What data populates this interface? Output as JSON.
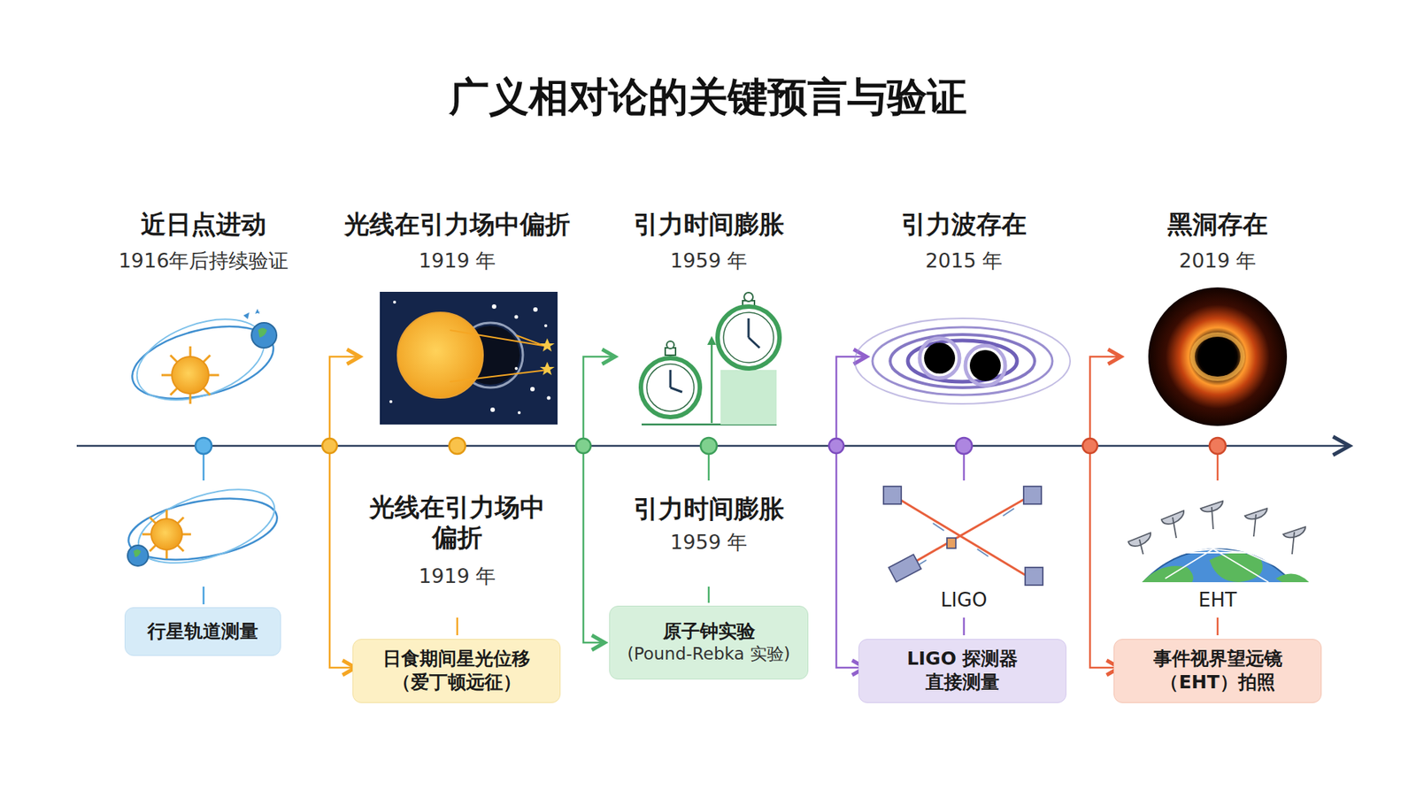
{
  "diagram": {
    "title": "广义相对论的关键预言与验证",
    "nodes": [
      {
        "text": [
          "行星轨道测量"
        ]
      },
      {
        "text": [
          "日食期间星光位移 （爱丁顿远征）"
        ]
      },
      {
        "text": [
          "原子钟实验",
          "(Pound-Rebka 实验)"
        ]
      },
      {
        "text": [
          "LIGO 探测器 直接测量"
        ]
      },
      {
        "text": [
          "事件视界望远镜 （EHT）拍照"
        ]
      }
    ],
    "labels": [
      "近日点进动",
      "1916年后持续验证",
      "光线在引力场中偏折",
      "1919 年",
      "引力时间膨胀",
      "1959 年",
      "引力波存在",
      "2015 年",
      "黑洞存在",
      "2019 年",
      "光线在引力场中 偏折",
      "1919 年",
      "引力时间膨胀",
      "1959 年",
      "LIGO",
      "EHT"
    ]
  }
}
